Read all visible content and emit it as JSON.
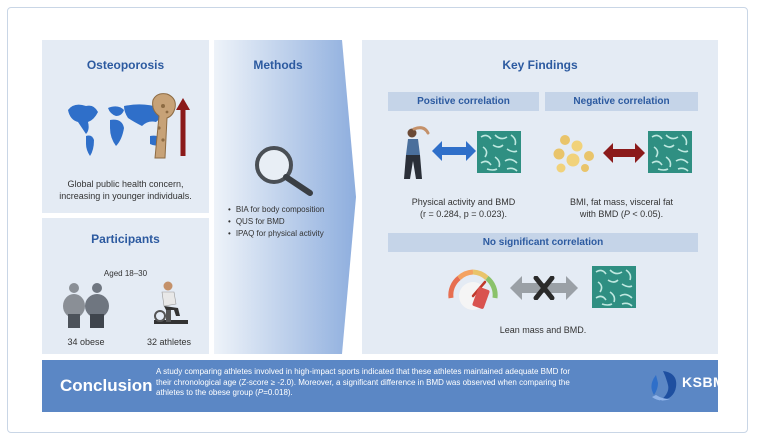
{
  "osteoporosis": {
    "title": "Osteoporosis",
    "desc_line1": "Global public health concern,",
    "desc_line2": "increasing in younger individuals.",
    "icons": [
      "world-map-icon",
      "bone-icon",
      "up-arrow-icon"
    ]
  },
  "participants": {
    "title": "Participants",
    "age": "Aged 18–30",
    "groups": [
      {
        "label": "34 obese",
        "icon": "obese-people-icon"
      },
      {
        "label": "32 athletes",
        "icon": "cyclist-icon"
      }
    ]
  },
  "methods": {
    "title": "Methods",
    "items": [
      "BIA for body composition",
      "QUS for BMD",
      "IPAQ for physical activity"
    ],
    "icon": "magnifying-glass-icon"
  },
  "findings": {
    "title": "Key Findings",
    "positive": {
      "header": "Positive correlation",
      "line1": "Physical activity and BMD",
      "line2": "(r = 0.284, p = 0.023)."
    },
    "negative": {
      "header": "Negative correlation",
      "line1": "BMI, fat mass, visceral fat",
      "line2_prefix": "with BMD (",
      "line2_p": "P",
      "line2_suffix": " < 0.05)."
    },
    "none": {
      "header": "No significant correlation",
      "line1": "Lean mass and BMD."
    }
  },
  "conclusion": {
    "title": "Conclusion",
    "text_part1": "A study comparing athletes involved in high-impact sports indicated that these athletes maintained adequate BMD for their chronological age (Z-score ≥ -2.0). Moreover, a significant difference in BMD was observed when comparing the athletes to the obese group (",
    "text_p": "P",
    "text_part2": "=0.018).",
    "logo": "KSBMR"
  },
  "colors": {
    "panel": "#e4ebf4",
    "header": "#c5d4e8",
    "title_blue": "#2c5aa0",
    "conclusion_bg": "#5b87c5",
    "positive_arrow": "#2f6fc9",
    "negative_arrow": "#8b1a1a",
    "bone_texture": "#3a9a8c"
  }
}
